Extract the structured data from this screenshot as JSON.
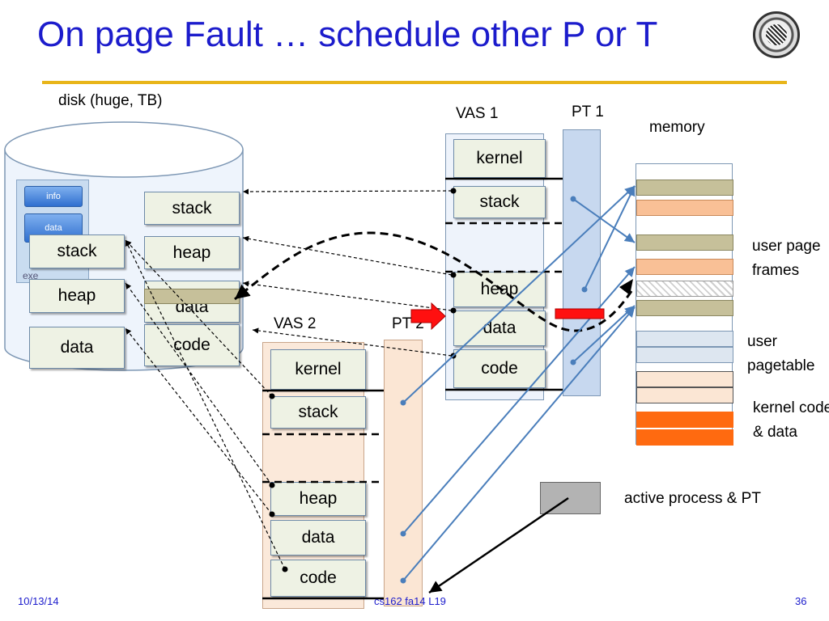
{
  "title": "On page Fault … schedule other P or T",
  "disk": {
    "label": "disk (huge, TB)",
    "exe": {
      "info": "info",
      "data": "data",
      "exe": "exe"
    },
    "left_boxes": [
      "stack",
      "heap",
      "data"
    ],
    "right_boxes": [
      "stack",
      "heap",
      "data",
      "code"
    ]
  },
  "vas1": {
    "label": "VAS 1",
    "segments": [
      "kernel",
      "stack",
      "heap",
      "data",
      "code"
    ]
  },
  "pt1": {
    "label": "PT 1"
  },
  "vas2": {
    "label": "VAS 2",
    "segments": [
      "kernel",
      "stack",
      "heap",
      "data",
      "code"
    ]
  },
  "pt2": {
    "label": "PT 2"
  },
  "memory": {
    "label": "memory",
    "user_page_frames": "user page\nframes",
    "user_pagetable": "user\npagetable",
    "kernel_code_data": "kernel code\n& data"
  },
  "legend": {
    "active": "active process & PT"
  },
  "footer": {
    "date": "10/13/14",
    "course": "cs162 fa14 L19",
    "page": "36"
  },
  "colors": {
    "title": "#1c1ccc",
    "accent_rule": "#e8b51a",
    "fault_arrow": "#ff1010",
    "frame_tan": "#c6c09a",
    "frame_peach": "#f9c096",
    "kernel_orange": "#ff6a10"
  }
}
